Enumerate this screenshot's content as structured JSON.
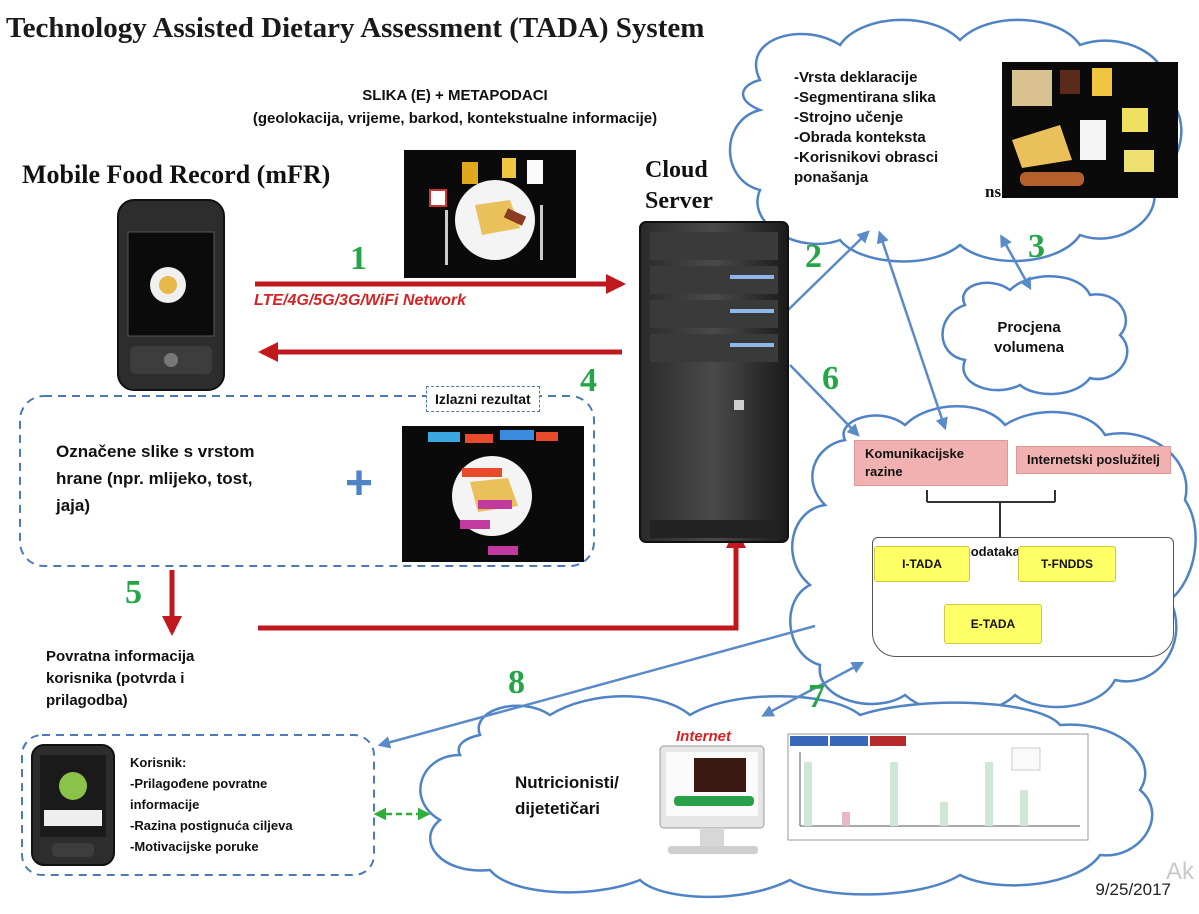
{
  "title": "Technology Assisted Dietary Assessment (TADA) System",
  "headings": {
    "mfr": "Mobile Food Record (mFR)",
    "cloud_line1": "Cloud",
    "cloud_line2": "Server"
  },
  "metadata": {
    "line1": "SLIKA (E) + METAPODACI",
    "line2": "(geolokacija, vrijeme, barkod, kontekstualne informacije)"
  },
  "network_label": "LTE/4G/5G/3G/WiFi Network",
  "step_numbers": [
    "1",
    "2",
    "3",
    "4",
    "5",
    "6",
    "7",
    "8"
  ],
  "analysis_list": [
    "-Vrsta deklaracije",
    "-Segmentirana slika",
    "-Strojno učenje",
    "-Obrada konteksta",
    "-Korisnikovi obrasci",
    "ponašanja"
  ],
  "analysis_overlap_fragment": "ns",
  "volume_cloud": {
    "line1": "Procjena",
    "line2": "volumena"
  },
  "output_label": "Izlazni rezultat",
  "labeled_images": {
    "line1": "Označene slike s vrstom",
    "line2": "hrane (npr. mlijeko, tost,",
    "line3": "jaja)"
  },
  "plus_sign": "+",
  "feedback": {
    "line1": "Povratna informacija",
    "line2": "korisnika (potvrda i",
    "line3": "prilagodba)"
  },
  "server_cloud": {
    "comm_line1": "Komunikacijske",
    "comm_line2": "razine",
    "web_server": "Internetski poslužitelj",
    "db_title": "TADA baza podataka hrane",
    "db_items": [
      "I-TADA",
      "T-FNDDS",
      "E-TADA"
    ]
  },
  "user_box": {
    "heading": "Korisnik:",
    "items": [
      "-Prilagođene povratne",
      "informacije",
      "-Razina postignuća ciljeva",
      "-Motivacijske poruke"
    ]
  },
  "nutritionists": {
    "line1": "Nutricionisti/",
    "line2": "dijetetičari"
  },
  "internet_label": "Internet",
  "date": "9/25/2017",
  "overlay_fragment": "Ak",
  "colors": {
    "arrow_red": "#c0181c",
    "arrow_blue": "#5b8ac8",
    "number_green": "#24a646",
    "dash_green": "#2fae3a",
    "pink_box": "#f2b1b1",
    "yellow_box": "#ffff66"
  }
}
